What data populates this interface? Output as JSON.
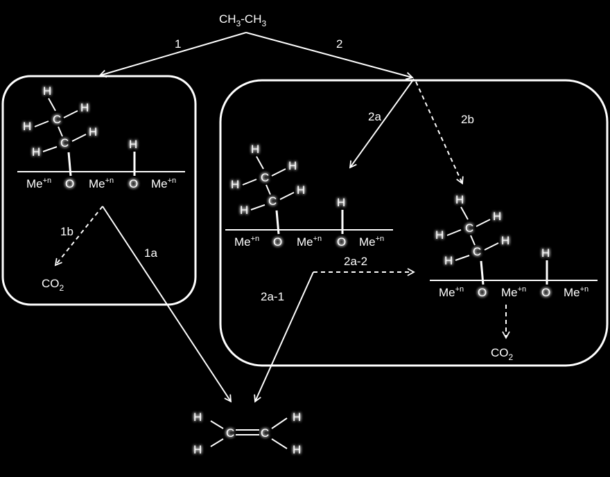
{
  "reactant": {
    "main": "CH",
    "sub1": "3",
    "mid": "-CH",
    "sub2": "3"
  },
  "path_labels": {
    "p1": "1",
    "p2": "2",
    "p2a": "2a",
    "p2b": "2b",
    "p1a": "1a",
    "p1b": "1b",
    "p2a1": "2a-1",
    "p2a2": "2a-2"
  },
  "atoms": {
    "h": "H",
    "c": "C",
    "o": "O",
    "metal": "Me",
    "charge": "+n"
  },
  "co2": {
    "main": "CO",
    "sub": "2"
  }
}
